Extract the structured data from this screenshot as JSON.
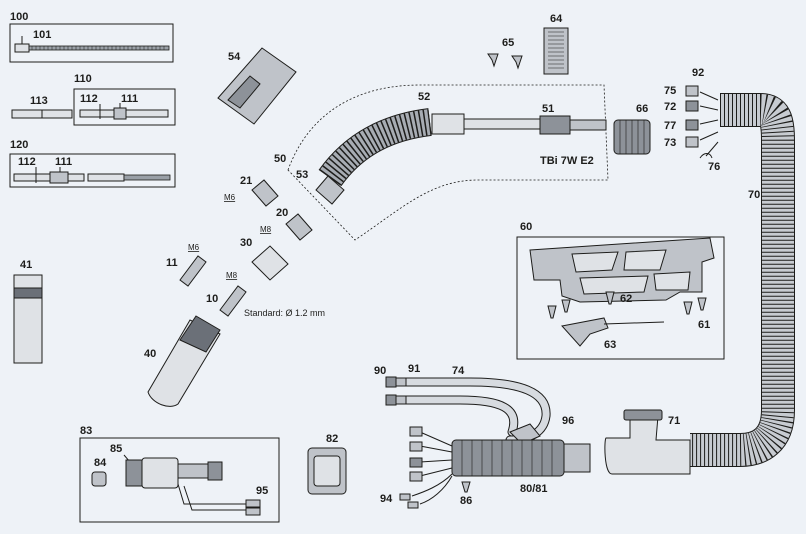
{
  "callouts": {
    "c100": "100",
    "c101": "101",
    "c110": "110",
    "c113": "113",
    "c112a": "112",
    "c111a": "111",
    "c120": "120",
    "c112b": "112",
    "c111b": "111",
    "c41": "41",
    "c54": "54",
    "c50": "50",
    "c52": "52",
    "c51": "51",
    "c53": "53",
    "c65": "65",
    "c64": "64",
    "c66": "66",
    "c92": "92",
    "c75": "75",
    "c72": "72",
    "c77": "77",
    "c73": "73",
    "c76": "76",
    "c70": "70",
    "c21": "21",
    "c20": "20",
    "c30": "30",
    "c11": "11",
    "c10": "10",
    "c40": "40",
    "c60": "60",
    "c62": "62",
    "c61": "61",
    "c63": "63",
    "c90": "90",
    "c91": "91",
    "c74": "74",
    "c96": "96",
    "c71": "71",
    "c83": "83",
    "c85": "85",
    "c84": "84",
    "c95": "95",
    "c82": "82",
    "c94": "94",
    "c86": "86",
    "c8081": "80/81"
  },
  "thread_labels": {
    "m6a": "M6",
    "m8a": "M8",
    "m6b": "M6",
    "m8b": "M8"
  },
  "model_label": "TBi 7W E2",
  "standard_note": "Standard: Ø 1.2 mm"
}
